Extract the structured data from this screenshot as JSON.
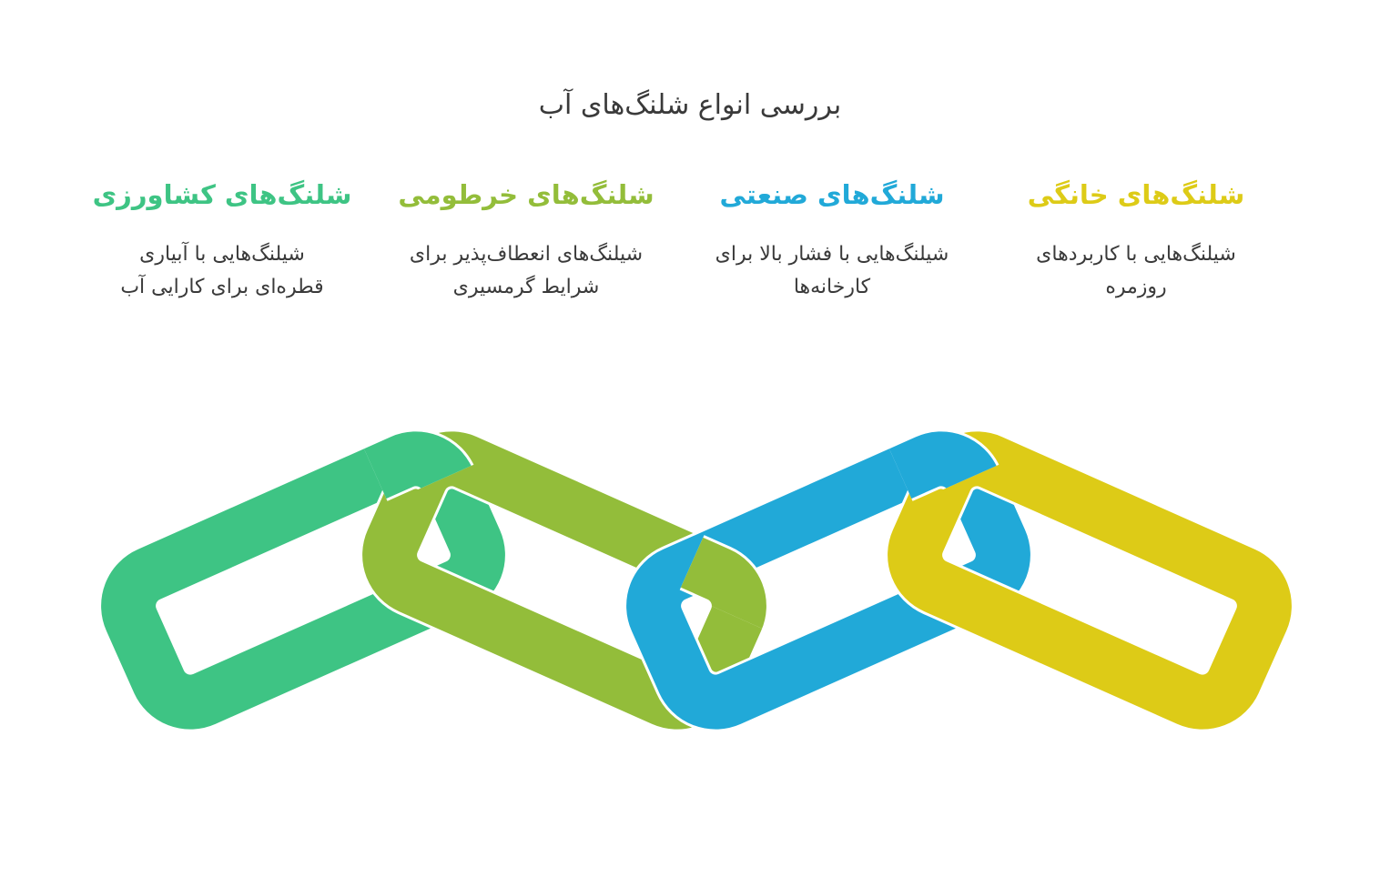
{
  "title": "بررسی انواع شلنگ‌های آب",
  "items": [
    {
      "heading": "شلنگ‌های کشاورزی",
      "line1": "شیلنگ‌هایی با آبیاری",
      "line2": "قطره‌ای برای کارایی آب",
      "color": "#3EC484"
    },
    {
      "heading": "شلنگ‌های خرطومی",
      "line1": "شیلنگ‌های انعطاف‌پذیر برای",
      "line2": "شرایط گرمسیری",
      "color": "#93BD3A"
    },
    {
      "heading": "شلنگ‌های صنعتی",
      "line1": "شیلنگ‌هایی با فشار بالا برای",
      "line2": "کارخانه‌ها",
      "color": "#21A9D8"
    },
    {
      "heading": "شلنگ‌های خانگی",
      "line1": "شیلنگ‌هایی با کاربردهای",
      "line2": "روزمره",
      "color": "#DDCB17"
    }
  ]
}
